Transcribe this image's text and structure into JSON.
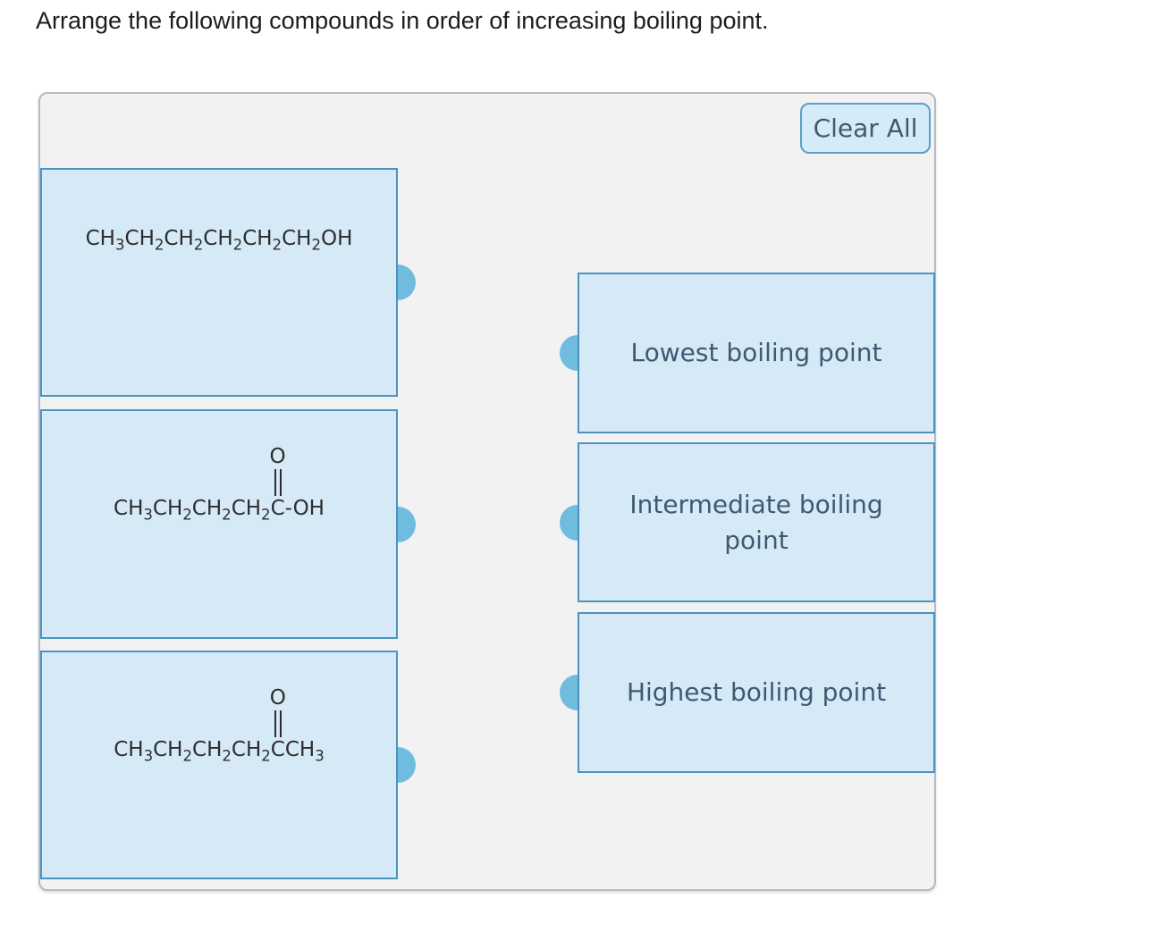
{
  "page_title": "Arrange the following compounds in order of increasing boiling point.",
  "panel": {
    "clear_all_label": "Clear All"
  },
  "compounds": [
    {
      "formula": "CH3CH2CH2CH2CH2CH2OH"
    },
    {
      "formula_left": "CH3CH2CH2CH2",
      "carbonyl_carbon": "C",
      "oxygen": "O",
      "formula_right": "-OH"
    },
    {
      "formula_left": "CH3CH2CH2CH2",
      "carbonyl_carbon": "C",
      "oxygen": "O",
      "formula_right": "CH3"
    }
  ],
  "targets": [
    {
      "label": "Lowest boiling point"
    },
    {
      "label": "Intermediate boiling point"
    },
    {
      "label": "Highest boiling point"
    }
  ],
  "colors": {
    "panel_bg": "#f2f2f3",
    "panel_border": "#b3bbc7",
    "card_bg": "#d5e9f6",
    "card_border": "#4b94c1",
    "button_bg": "#d6ebf8",
    "button_border": "#5aa0ca",
    "knob": "#70bcde",
    "label_text": "#3e5a72"
  }
}
